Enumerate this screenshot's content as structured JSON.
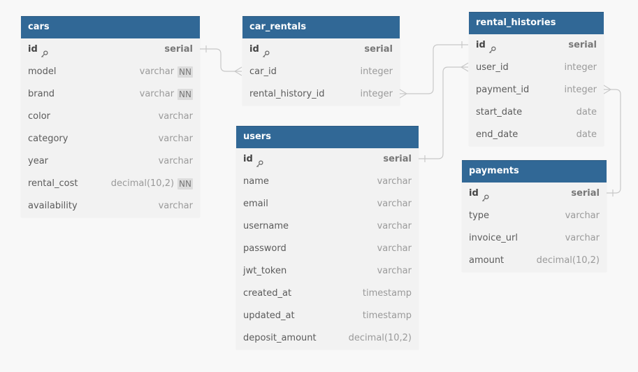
{
  "tables": {
    "cars": {
      "title": "cars",
      "fields": [
        {
          "name": "id",
          "type": "serial",
          "pk": true,
          "nn": ""
        },
        {
          "name": "model",
          "type": "varchar",
          "nn": "NN"
        },
        {
          "name": "brand",
          "type": "varchar",
          "nn": "NN"
        },
        {
          "name": "color",
          "type": "varchar",
          "nn": ""
        },
        {
          "name": "category",
          "type": "varchar",
          "nn": ""
        },
        {
          "name": "year",
          "type": "varchar",
          "nn": ""
        },
        {
          "name": "rental_cost",
          "type": "decimal(10,2)",
          "nn": "NN"
        },
        {
          "name": "availability",
          "type": "varchar",
          "nn": ""
        }
      ]
    },
    "car_rentals": {
      "title": "car_rentals",
      "fields": [
        {
          "name": "id",
          "type": "serial",
          "pk": true,
          "nn": ""
        },
        {
          "name": "car_id",
          "type": "integer",
          "nn": ""
        },
        {
          "name": "rental_history_id",
          "type": "integer",
          "nn": ""
        }
      ]
    },
    "users": {
      "title": "users",
      "fields": [
        {
          "name": "id",
          "type": "serial",
          "pk": true,
          "nn": ""
        },
        {
          "name": "name",
          "type": "varchar",
          "nn": ""
        },
        {
          "name": "email",
          "type": "varchar",
          "nn": ""
        },
        {
          "name": "username",
          "type": "varchar",
          "nn": ""
        },
        {
          "name": "password",
          "type": "varchar",
          "nn": ""
        },
        {
          "name": "jwt_token",
          "type": "varchar",
          "nn": ""
        },
        {
          "name": "created_at",
          "type": "timestamp",
          "nn": ""
        },
        {
          "name": "updated_at",
          "type": "timestamp",
          "nn": ""
        },
        {
          "name": "deposit_amount",
          "type": "decimal(10,2)",
          "nn": ""
        }
      ]
    },
    "rental_histories": {
      "title": "rental_histories",
      "fields": [
        {
          "name": "id",
          "type": "serial",
          "pk": true,
          "nn": ""
        },
        {
          "name": "user_id",
          "type": "integer",
          "nn": ""
        },
        {
          "name": "payment_id",
          "type": "integer",
          "nn": ""
        },
        {
          "name": "start_date",
          "type": "date",
          "nn": ""
        },
        {
          "name": "end_date",
          "type": "date",
          "nn": ""
        }
      ]
    },
    "payments": {
      "title": "payments",
      "fields": [
        {
          "name": "id",
          "type": "serial",
          "pk": true,
          "nn": ""
        },
        {
          "name": "type",
          "type": "varchar",
          "nn": ""
        },
        {
          "name": "invoice_url",
          "type": "varchar",
          "nn": ""
        },
        {
          "name": "amount",
          "type": "decimal(10,2)",
          "nn": ""
        }
      ]
    }
  },
  "colors": {
    "header": "#316896",
    "body": "#f2f2f2",
    "background": "#f8f8f8",
    "connector": "#c8c8c8"
  },
  "icons": {
    "primary_key": "key-icon"
  }
}
